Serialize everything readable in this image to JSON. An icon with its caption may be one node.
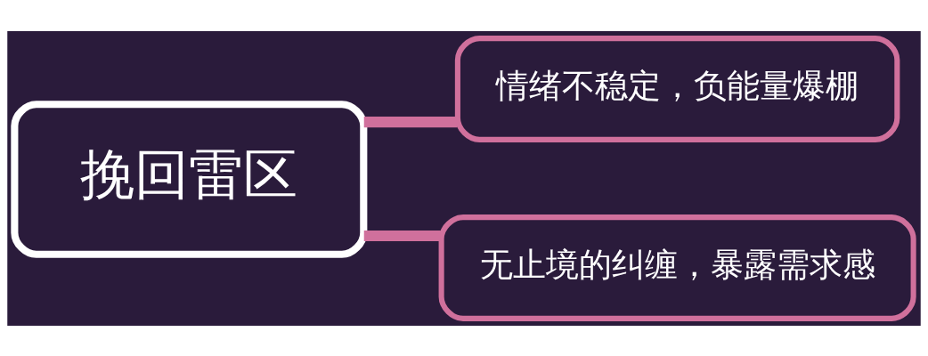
{
  "diagram": {
    "nodes": [
      {
        "text": [
          "挽回雷区"
        ]
      },
      {
        "text": [
          "情绪不稳定，负能量爆棚"
        ]
      },
      {
        "text": [
          "无止境的纠缠，暴露需求感"
        ]
      }
    ],
    "edges": [
      {
        "from": 0,
        "to": 1,
        "arrow": "none"
      },
      {
        "from": 0,
        "to": 2,
        "arrow": "none"
      }
    ]
  }
}
